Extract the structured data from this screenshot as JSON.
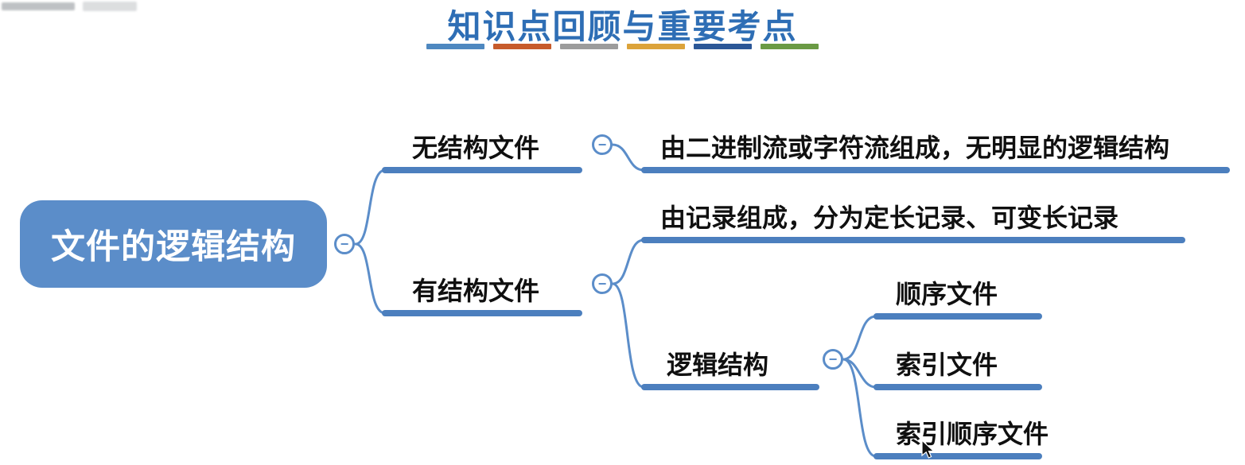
{
  "header": {
    "title": "知识点回顾与重要考点",
    "divider_colors": [
      "#4E88C0",
      "#C75B2B",
      "#9C9C9C",
      "#DCA33A",
      "#2B5797",
      "#6A9A44"
    ]
  },
  "mindmap": {
    "root": "文件的逻辑结构",
    "branches": {
      "unstructured": "无结构文件",
      "unstructured_desc": "由二进制流或字符流组成，无明显的逻辑结构",
      "structured": "有结构文件",
      "structured_desc": "由记录组成，分为定长记录、可变长记录",
      "logical": "逻辑结构",
      "sequential": "顺序文件",
      "index": "索引文件",
      "index_sequential": "索引顺序文件"
    },
    "toggle_glyph": "−",
    "colors": {
      "title_text": "#2E6EB5",
      "root_fill": "#5B8DC9",
      "branch_bar": "#4C7FBE",
      "connector_line": "#5B8DC9"
    }
  }
}
